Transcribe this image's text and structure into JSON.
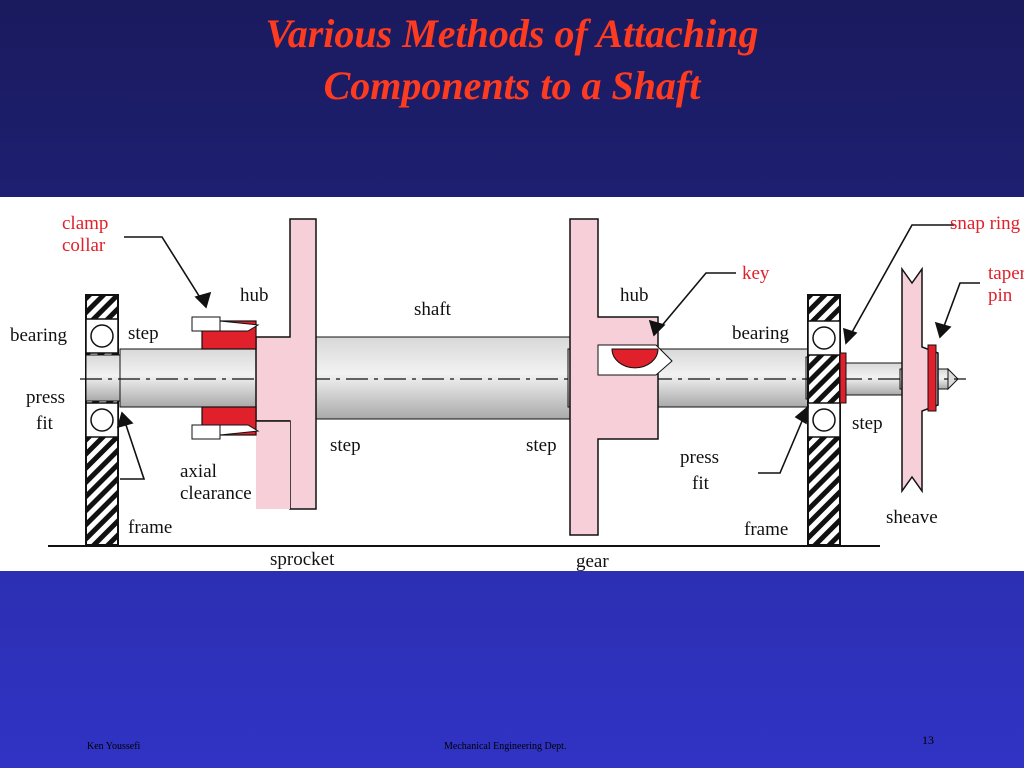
{
  "slide": {
    "title_line1": "Various Methods of Attaching",
    "title_line2": "Components to a Shaft",
    "page_number": "13"
  },
  "footer": {
    "author": "Ken Youssefi",
    "department": "Mechanical Engineering Dept."
  },
  "diagram": {
    "labels": {
      "clamp": "clamp",
      "collar": "collar",
      "hub_left": "hub",
      "shaft": "shaft",
      "hub_right": "hub",
      "key": "key",
      "snap_ring": "snap ring",
      "taper": "taper",
      "pin": "pin",
      "bearing_left": "bearing",
      "step_left_top": "step",
      "bearing_right": "bearing",
      "press_left": "press",
      "fit_left": "fit",
      "step_mid_left": "step",
      "step_mid_right": "step",
      "step_right": "step",
      "axial": "axial",
      "clearance": "clearance",
      "press_right": "press",
      "fit_right": "fit",
      "frame_left": "frame",
      "frame_right": "frame",
      "sheave": "sheave",
      "sprocket": "sprocket",
      "gear": "gear"
    },
    "colors": {
      "highlight_red": "#e0202a",
      "part_pink": "#f7cfd8",
      "shaft_gray": "#c9c9c9",
      "title_red": "#ff3b1f"
    }
  }
}
